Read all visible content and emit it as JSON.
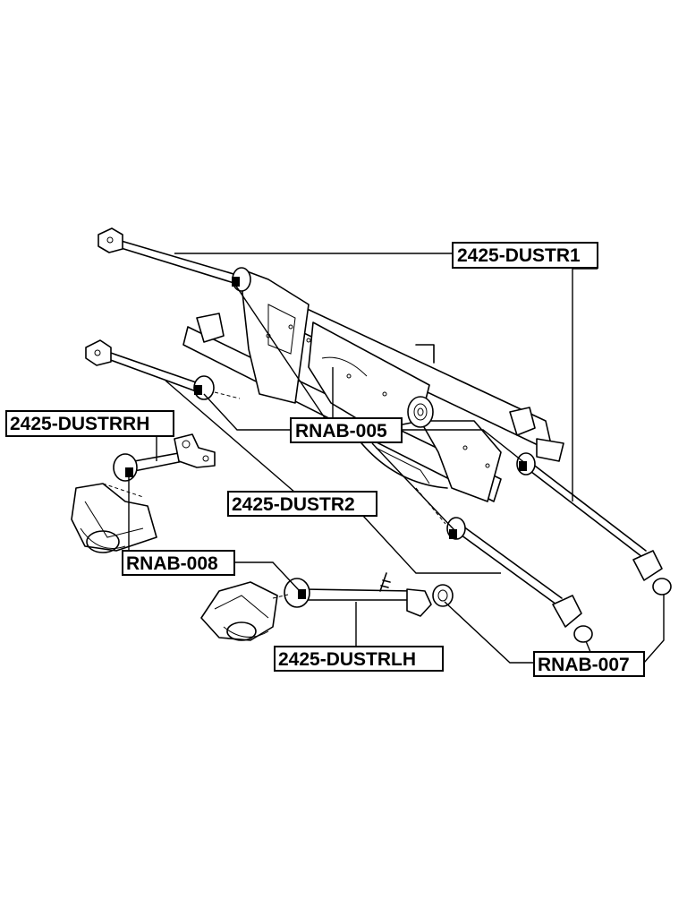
{
  "labels": {
    "dustr1": "2425-DUSTR1",
    "dustrrh": "2425-DUSTRRH",
    "rnab005": "RNAB-005",
    "dustr2": "2425-DUSTR2",
    "rnab008": "RNAB-008",
    "dustrlh": "2425-DUSTRLH",
    "rnab007": "RNAB-007"
  },
  "colors": {
    "line": "#000000",
    "background": "#ffffff"
  }
}
